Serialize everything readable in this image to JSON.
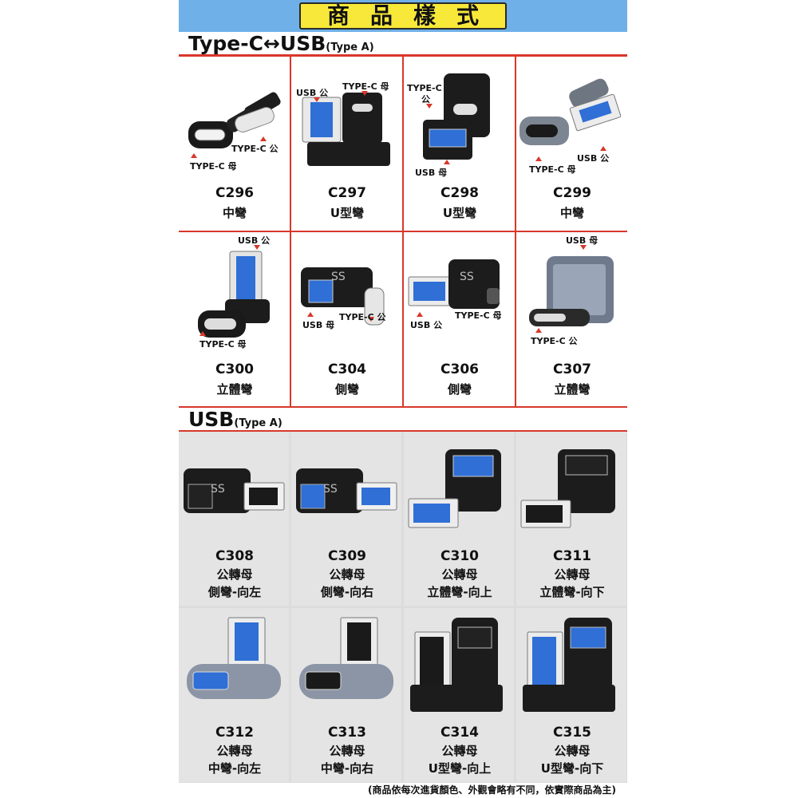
{
  "banner": {
    "title": "商品樣式"
  },
  "section1": {
    "title_main": "Type-C↔USB",
    "title_sub": "(Type A)"
  },
  "section2": {
    "title_main": "USB",
    "title_sub": "(Type A)"
  },
  "grid1": [
    {
      "code": "C296",
      "desc": "中彎",
      "labels": [
        "TYPE-C 公",
        "TYPE-C 母"
      ]
    },
    {
      "code": "C297",
      "desc": "U型彎",
      "labels": [
        "USB 公",
        "TYPE-C 母"
      ]
    },
    {
      "code": "C298",
      "desc": "U型彎",
      "labels": [
        "TYPE-C",
        "公",
        "USB 母"
      ]
    },
    {
      "code": "C299",
      "desc": "中彎",
      "labels": [
        "USB 公",
        "TYPE-C 母"
      ]
    },
    {
      "code": "C300",
      "desc": "立體彎",
      "labels": [
        "USB 公",
        "TYPE-C 母"
      ]
    },
    {
      "code": "C304",
      "desc": "側彎",
      "labels": [
        "TYPE-C 公",
        "USB 母"
      ]
    },
    {
      "code": "C306",
      "desc": "側彎",
      "labels": [
        "TYPE-C 母",
        "USB 公"
      ]
    },
    {
      "code": "C307",
      "desc": "立體彎",
      "labels": [
        "USB 母",
        "TYPE-C 公"
      ]
    }
  ],
  "grid2": [
    {
      "code": "C308",
      "line1": "公轉母",
      "line2": "側彎-向左"
    },
    {
      "code": "C309",
      "line1": "公轉母",
      "line2": "側彎-向右"
    },
    {
      "code": "C310",
      "line1": "公轉母",
      "line2": "立體彎-向上"
    },
    {
      "code": "C311",
      "line1": "公轉母",
      "line2": "立體彎-向下"
    },
    {
      "code": "C312",
      "line1": "公轉母",
      "line2": "中彎-向左"
    },
    {
      "code": "C313",
      "line1": "公轉母",
      "line2": "中彎-向右"
    },
    {
      "code": "C314",
      "line1": "公轉母",
      "line2": "U型彎-向上"
    },
    {
      "code": "C315",
      "line1": "公轉母",
      "line2": "U型彎-向下"
    }
  ],
  "footer": {
    "note": "(商品依每次進貨顏色、外觀會略有不同，依實際商品為主)"
  },
  "colors": {
    "accent_red": "#d9372b",
    "banner_blue": "#6fb0e8",
    "title_yellow": "#f7e83a",
    "usb_blue": "#2f6fd6"
  }
}
